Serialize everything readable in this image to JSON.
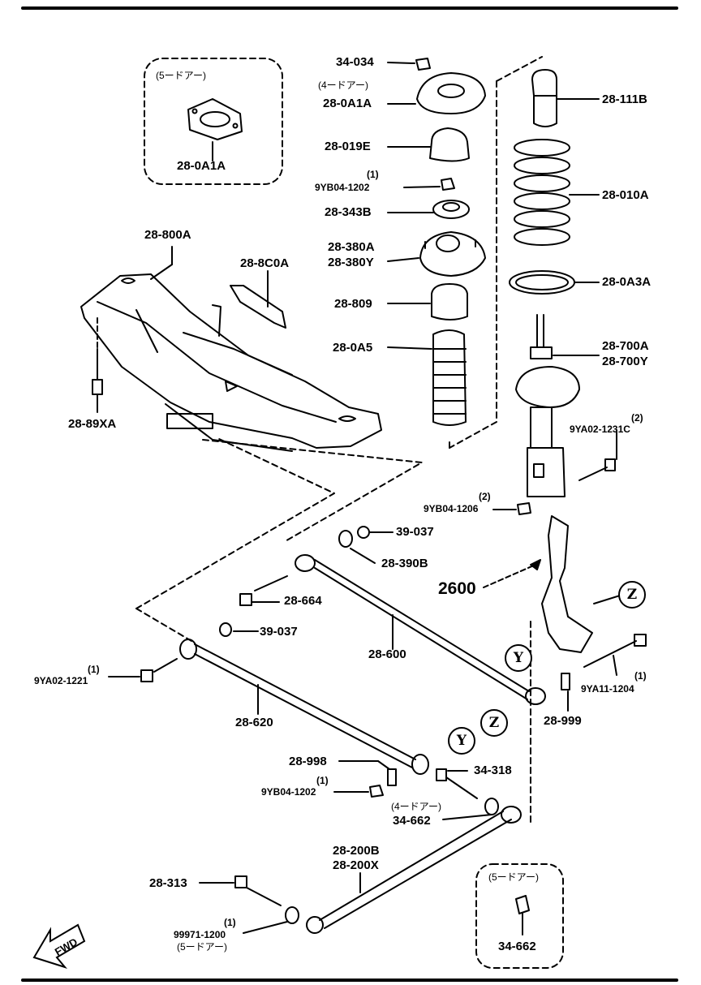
{
  "notes": {
    "five_door": "(5ードアー)",
    "four_door": "(4ードアー)"
  },
  "parts": {
    "p_28_0A1A_top": "28-0A1A",
    "p_28_0A1A_inset": "28-0A1A",
    "p_34_034": "34-034",
    "p_28_019E": "28-019E",
    "p_9YB04_1202_a": "9YB04-1202",
    "p_28_343B": "28-343B",
    "p_28_380A": "28-380A",
    "p_28_380Y": "28-380Y",
    "p_28_809": "28-809",
    "p_28_0A5": "28-0A5",
    "p_28_111B": "28-111B",
    "p_28_010A": "28-010A",
    "p_28_0A3A": "28-0A3A",
    "p_28_700A": "28-700A",
    "p_28_700Y": "28-700Y",
    "p_9YA02_1231C": "9YA02-1231C",
    "p_9YB04_1206": "9YB04-1206",
    "p_28_800A": "28-800A",
    "p_28_8C0A": "28-8C0A",
    "p_28_89XA": "28-89XA",
    "p_39_037_a": "39-037",
    "p_28_390B": "28-390B",
    "p_2600": "2600",
    "p_28_664": "28-664",
    "p_39_037_b": "39-037",
    "p_28_600": "28-600",
    "p_9YA02_1221": "9YA02-1221",
    "p_28_620": "28-620",
    "p_9YA11_1204": "9YA11-1204",
    "p_28_999": "28-999",
    "p_28_998": "28-998",
    "p_9YB04_1202_b": "9YB04-1202",
    "p_34_318": "34-318",
    "p_34_662_a": "34-662",
    "p_28_200B": "28-200B",
    "p_28_200X": "28-200X",
    "p_28_313": "28-313",
    "p_99971_1200": "99971-1200",
    "p_34_662_b": "34-662"
  },
  "qty": {
    "q1": "(1)",
    "q2": "(2)",
    "q3": "(2)",
    "q4": "(1)",
    "q5": "(1)",
    "q6": "(1)",
    "q7": "(1)"
  },
  "callouts": {
    "y1": "Y",
    "z1": "Z",
    "y2": "Y",
    "z2": "Z"
  },
  "fwd_label": "FWD",
  "colors": {
    "line": "#000000",
    "background": "#ffffff"
  }
}
